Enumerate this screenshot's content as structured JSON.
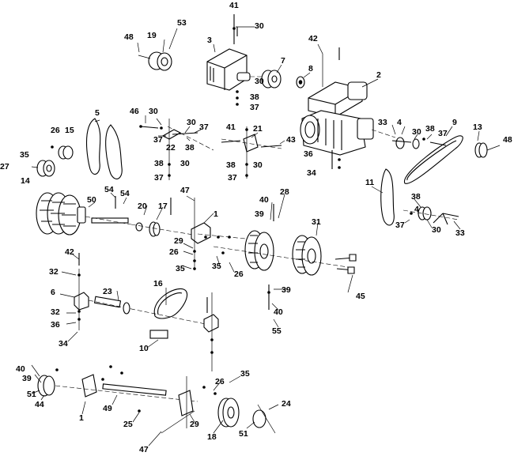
{
  "callouts": [
    {
      "text": "41"
    },
    {
      "text": "30"
    },
    {
      "text": "53"
    },
    {
      "text": "48"
    },
    {
      "text": "19"
    },
    {
      "text": "3"
    },
    {
      "text": "42"
    },
    {
      "text": "7"
    },
    {
      "text": "8"
    },
    {
      "text": "30"
    },
    {
      "text": "38"
    },
    {
      "text": "37"
    },
    {
      "text": "2"
    },
    {
      "text": "5"
    },
    {
      "text": "46"
    },
    {
      "text": "30"
    },
    {
      "text": "30"
    },
    {
      "text": "37"
    },
    {
      "text": "37"
    },
    {
      "text": "22"
    },
    {
      "text": "38"
    },
    {
      "text": "41"
    },
    {
      "text": "21"
    },
    {
      "text": "43"
    },
    {
      "text": "26"
    },
    {
      "text": "15"
    },
    {
      "text": "35"
    },
    {
      "text": "27"
    },
    {
      "text": "14"
    },
    {
      "text": "38"
    },
    {
      "text": "30"
    },
    {
      "text": "37"
    },
    {
      "text": "38"
    },
    {
      "text": "30"
    },
    {
      "text": "37"
    },
    {
      "text": "33"
    },
    {
      "text": "4"
    },
    {
      "text": "30"
    },
    {
      "text": "38"
    },
    {
      "text": "37"
    },
    {
      "text": "9"
    },
    {
      "text": "13"
    },
    {
      "text": "48"
    },
    {
      "text": "36"
    },
    {
      "text": "34"
    },
    {
      "text": "11"
    },
    {
      "text": "47"
    },
    {
      "text": "54"
    },
    {
      "text": "54"
    },
    {
      "text": "50"
    },
    {
      "text": "20"
    },
    {
      "text": "17"
    },
    {
      "text": "1"
    },
    {
      "text": "28"
    },
    {
      "text": "40"
    },
    {
      "text": "39"
    },
    {
      "text": "31"
    },
    {
      "text": "38"
    },
    {
      "text": "37"
    },
    {
      "text": "4"
    },
    {
      "text": "30"
    },
    {
      "text": "33"
    },
    {
      "text": "29"
    },
    {
      "text": "26"
    },
    {
      "text": "35"
    },
    {
      "text": "35"
    },
    {
      "text": "26"
    },
    {
      "text": "42"
    },
    {
      "text": "32"
    },
    {
      "text": "16"
    },
    {
      "text": "6"
    },
    {
      "text": "23"
    },
    {
      "text": "39"
    },
    {
      "text": "45"
    },
    {
      "text": "32"
    },
    {
      "text": "36"
    },
    {
      "text": "34"
    },
    {
      "text": "40"
    },
    {
      "text": "55"
    },
    {
      "text": "10"
    },
    {
      "text": "40"
    },
    {
      "text": "39"
    },
    {
      "text": "51"
    },
    {
      "text": "44"
    },
    {
      "text": "1"
    },
    {
      "text": "49"
    },
    {
      "text": "35"
    },
    {
      "text": "26"
    },
    {
      "text": "24"
    },
    {
      "text": "25"
    },
    {
      "text": "29"
    },
    {
      "text": "18"
    },
    {
      "text": "51"
    },
    {
      "text": "47"
    }
  ]
}
